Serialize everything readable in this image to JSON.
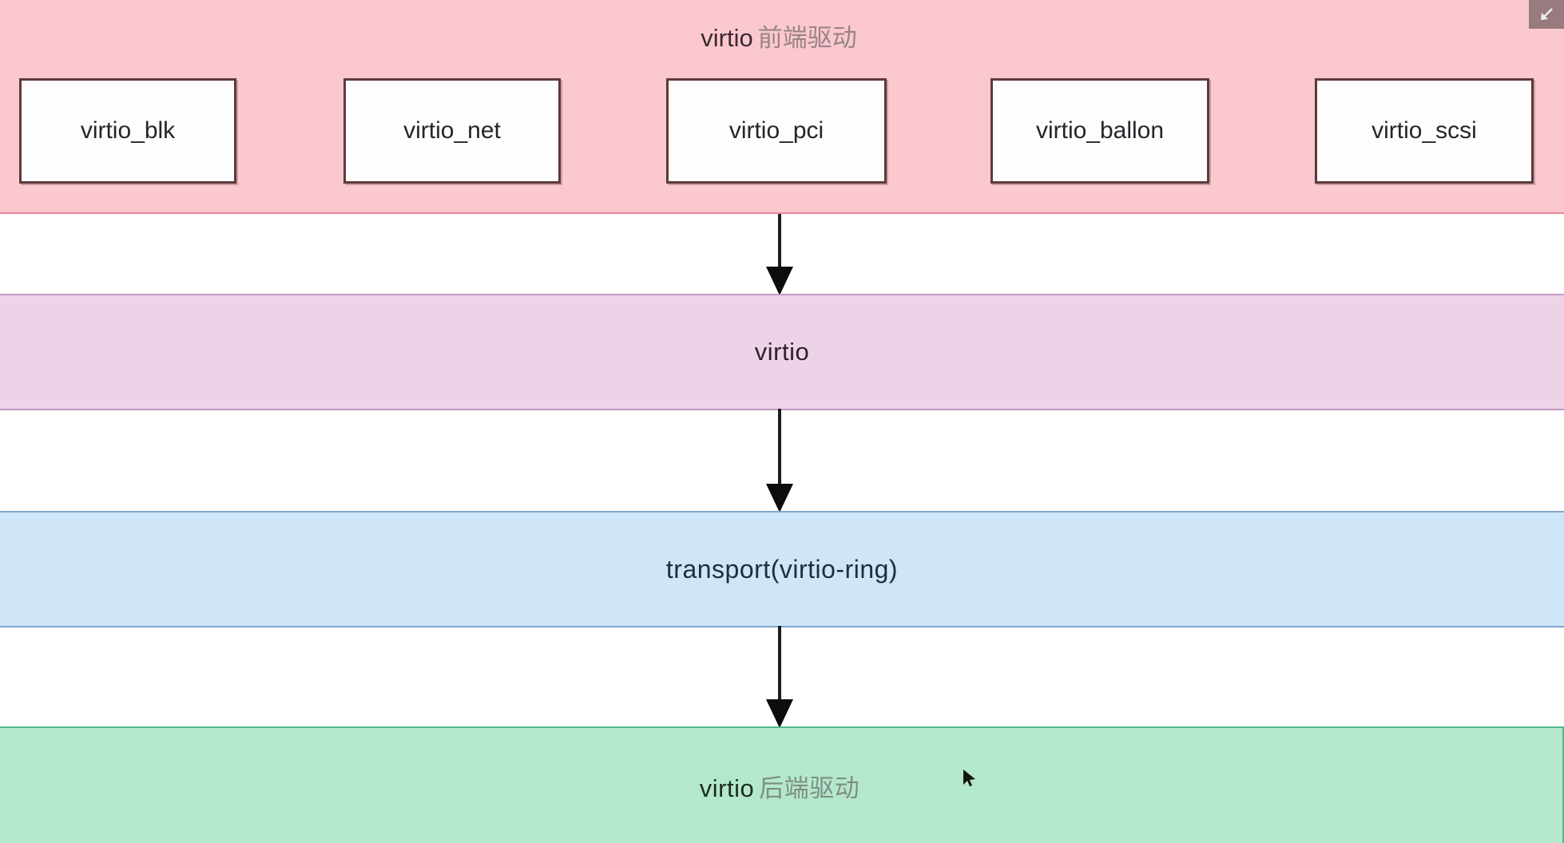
{
  "diagram": {
    "type": "layered-block-diagram",
    "title": "virtio 前端驱动",
    "layers": [
      {
        "id": "frontend",
        "label_latin": "virtio",
        "label_cjk": "前端驱动",
        "full_label": "virtio 前端驱动",
        "color": "#fbc8cf",
        "border_color": "#e8889b",
        "modules": [
          {
            "name": "virtio_blk"
          },
          {
            "name": "virtio_net"
          },
          {
            "name": "virtio_pci"
          },
          {
            "name": "virtio_ballon"
          },
          {
            "name": "virtio_scsi"
          }
        ]
      },
      {
        "id": "virtio",
        "label_latin": "virtio",
        "label_cjk": "",
        "full_label": "virtio",
        "color": "#edd3e8",
        "border_color": "#c09bc4",
        "modules": []
      },
      {
        "id": "transport",
        "label_latin": "transport(virtio-ring)",
        "label_cjk": "",
        "full_label": "transport(virtio-ring)",
        "color": "#cfe5f8",
        "border_color": "#7ea8cc",
        "modules": []
      },
      {
        "id": "backend",
        "label_latin": "virtio",
        "label_cjk": "后端驱动",
        "full_label": "virtio 后端驱动",
        "color": "#b4e8cc",
        "border_color": "#4fb98a",
        "modules": []
      }
    ],
    "connectors": [
      {
        "from": "frontend",
        "to": "virtio",
        "style": "solid-arrow-down"
      },
      {
        "from": "virtio",
        "to": "transport",
        "style": "solid-arrow-down"
      },
      {
        "from": "transport",
        "to": "backend",
        "style": "solid-arrow-down"
      }
    ],
    "connector_color": "#1c1c1c"
  },
  "overlay": {
    "fullscreen_exit_icon": "exit-fullscreen-arrow-icon",
    "cursor_icon": "mouse-pointer-icon"
  }
}
